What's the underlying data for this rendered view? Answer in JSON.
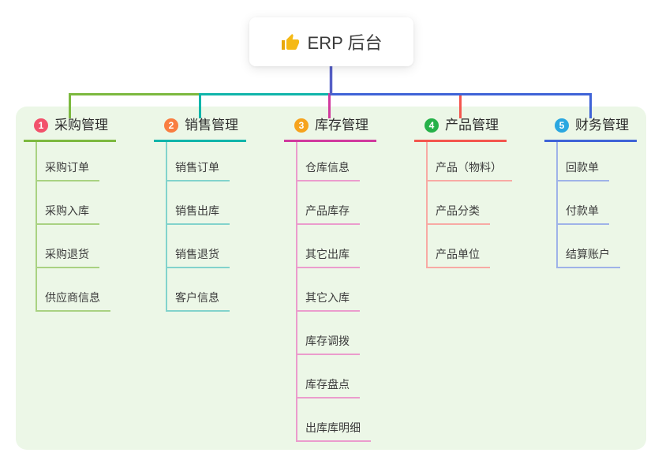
{
  "root": {
    "label": "ERP 后台",
    "icon": "thumbs-up-icon",
    "icon_color": "#f5b915",
    "trunk_color": "#555fc6"
  },
  "panel_background": "#ecf7e7",
  "branches": [
    {
      "number": "1",
      "title": "采购管理",
      "colors": {
        "badge": "#f2516b",
        "line": "#7cb93f",
        "light": "#a9d282"
      },
      "children": [
        "采购订单",
        "采购入库",
        "采购退货",
        "供应商信息"
      ]
    },
    {
      "number": "2",
      "title": "销售管理",
      "colors": {
        "badge": "#f97e41",
        "line": "#10b5aa",
        "light": "#82d3cc"
      },
      "children": [
        "销售订单",
        "销售出库",
        "销售退货",
        "客户信息"
      ]
    },
    {
      "number": "3",
      "title": "库存管理",
      "colors": {
        "badge": "#f6a31d",
        "line": "#d13a9e",
        "light": "#eb9ccd"
      },
      "children": [
        "仓库信息",
        "产品库存",
        "其它出库",
        "其它入库",
        "库存调拨",
        "库存盘点",
        "出库库明细"
      ]
    },
    {
      "number": "4",
      "title": "产品管理",
      "colors": {
        "badge": "#26b149",
        "line": "#f4564e",
        "light": "#f8aaa4"
      },
      "children": [
        "产品（物料）",
        "产品分类",
        "产品单位"
      ]
    },
    {
      "number": "5",
      "title": "财务管理",
      "colors": {
        "badge": "#2aa7e0",
        "line": "#3f63d7",
        "light": "#9fb3e8"
      },
      "children": [
        "回款单",
        "付款单",
        "结算账户"
      ]
    }
  ]
}
